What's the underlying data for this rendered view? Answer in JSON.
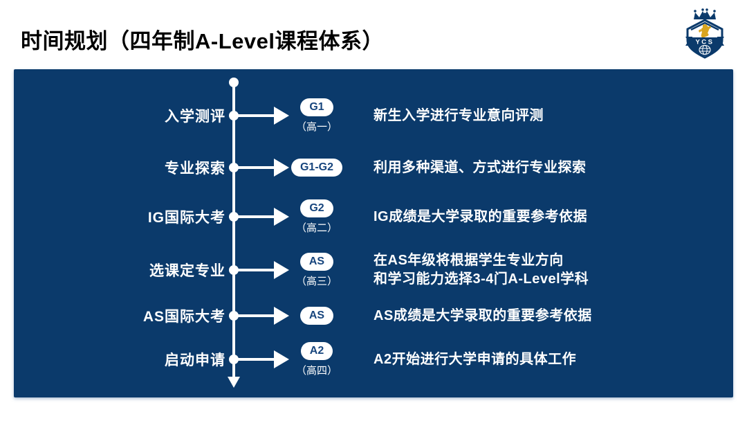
{
  "title": "时间规划（四年制A-Level课程体系）",
  "logo": {
    "text": "YCS"
  },
  "colors": {
    "panel_navy": "#0b3a6b",
    "pill_text_navy": "#17457d",
    "text_white": "#ffffff",
    "title_black": "#000000",
    "crest_gold": "#d9a520"
  },
  "timeline": {
    "rows": [
      {
        "stage": "入学测评",
        "pill": "G1",
        "grade": "（高一）",
        "desc": "新生入学进行专业意向评测"
      },
      {
        "stage": "专业探索",
        "pill": "G1-G2",
        "grade": "",
        "desc": "利用多种渠道、方式进行专业探索"
      },
      {
        "stage": "IG国际大考",
        "pill": "G2",
        "grade": "（高二）",
        "desc": "IG成绩是大学录取的重要参考依据"
      },
      {
        "stage": "选课定专业",
        "pill": "AS",
        "grade": "（高三）",
        "desc": "在AS年级将根据学生专业方向",
        "desc2": "和学习能力选择3-4门A-Level学科"
      },
      {
        "stage": "AS国际大考",
        "pill": "AS",
        "grade": "",
        "desc": "AS成绩是大学录取的重要参考依据"
      },
      {
        "stage": "启动申请",
        "pill": "A2",
        "grade": "（高四）",
        "desc": "A2开始进行大学申请的具体工作"
      }
    ]
  }
}
